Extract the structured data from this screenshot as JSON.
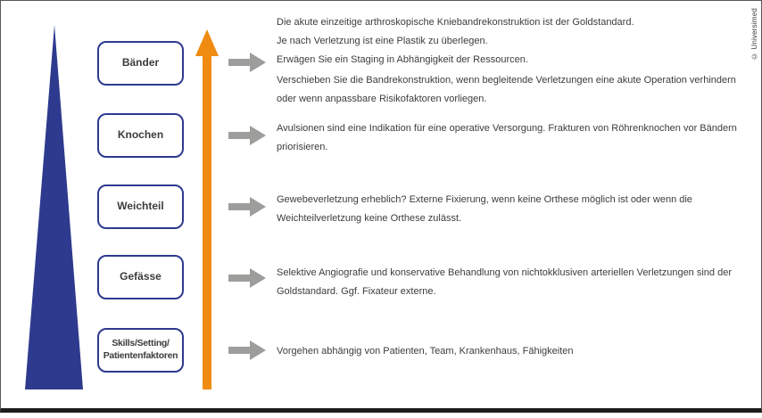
{
  "credit": "© Universimed",
  "colors": {
    "navy": "#2d3a8e",
    "orange": "#ef8b10",
    "arrow_gray": "#9d9d9c",
    "text": "#3c3c3b"
  },
  "pyramid": {
    "levels": [
      {
        "label": "Bänder",
        "notes": [
          "Die akute einzeitige arthroskopische Kniebandrekonstruktion ist der Goldstandard.",
          "Je nach Verletzung ist eine Plastik zu überlegen.",
          "Erwägen Sie ein Staging in Abhängigkeit der Ressourcen.",
          "Verschieben Sie die Bandrekonstruktion, wenn begleitende Verletzungen eine akute Operation verhindern\noder wenn anpassbare Risikofaktoren vorliegen."
        ]
      },
      {
        "label": "Knochen",
        "notes": [
          "Avulsionen sind eine Indikation für eine operative Versorgung. Frakturen von Röhrenknochen vor Bändern\npriorisieren."
        ]
      },
      {
        "label": "Weichteil",
        "notes": [
          "Gewebeverletzung erheblich? Externe Fixierung, wenn keine Orthese möglich ist oder wenn die\nWeichteilverletzung keine Orthese zulässt."
        ]
      },
      {
        "label": "Gefässe",
        "notes": [
          "Selektive Angiografie und konservative Behandlung von nichtokklusiven arteriellen Verletzungen sind der\nGoldstandard. Ggf. Fixateur externe."
        ]
      },
      {
        "label": "Skills/Setting/\nPatientenfaktoren",
        "notes": [
          "Vorgehen abhängig von Patienten, Team, Krankenhaus, Fähigkeiten"
        ]
      }
    ]
  }
}
